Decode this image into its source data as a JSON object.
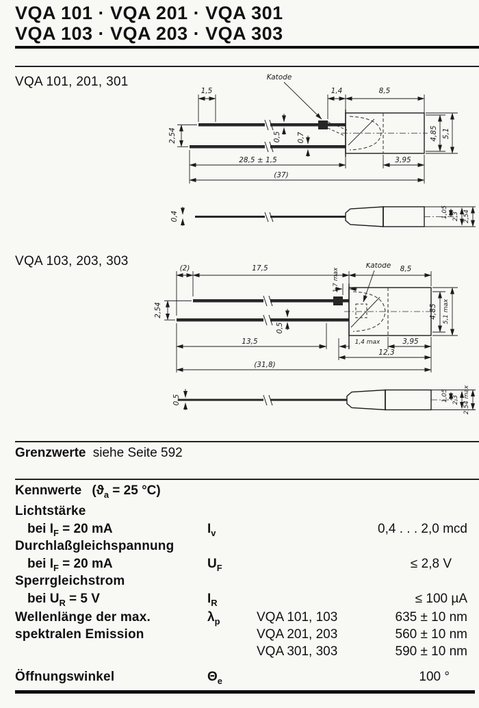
{
  "colors": {
    "ink": "#111111",
    "paper": "#f8f8f5"
  },
  "header": {
    "title_line1": "VQA 101 · VQA 201 · VQA 301",
    "title_line2": "VQA 103 · VQA 203 · VQA 303"
  },
  "sections": {
    "grenzwerte_bold": "Grenzwerte",
    "grenzwerte_rest": "siehe Seite 592"
  },
  "drawing1": {
    "label": "VQA 101, 201, 301",
    "katode": "Katode",
    "dims": {
      "d1_5": "1,5",
      "d1_4": "1,4",
      "d8_5": "8,5",
      "d0_5": "0,5",
      "d0_7": "0,7",
      "d2_54": "2,54",
      "lead_len": "28,5 ± 1,5",
      "d3_95": "3,95",
      "total": "(37)",
      "d4_85": "4,85",
      "d5_1": "5,1",
      "d1_05": "1,05",
      "d2_3": "2,3",
      "d2_54b": "2,54",
      "d0_4": "0,4"
    }
  },
  "drawing2": {
    "label": "VQA 103, 203, 303",
    "katode": "Katode",
    "dims": {
      "d2": "(2)",
      "d17_5": "17,5",
      "d1_7": "1,7 max",
      "d8_5": "8,5",
      "d2_54": "2,54",
      "d0_5": "0,5",
      "d4_85": "4,85",
      "d5_1": "5,1 max",
      "d13_5": "13,5",
      "d1_4": "1,4 max",
      "d3_95": "3,95",
      "d12_3": "12,3",
      "total": "(31,8)",
      "d0_5b": "0,5",
      "d1_05": "1,05",
      "d2_3": "2,3",
      "d2_54max": "2,54 max"
    }
  },
  "kennwerte": {
    "heading": "Kennwerte",
    "cond_pre": "(ϑ",
    "cond_sub": "a",
    "cond_post": " = 25 °C)",
    "rows": [
      {
        "name": "Lichtstärke",
        "cond_pre": "bei I",
        "cond_sub": "F",
        "cond_post": " = 20 mA",
        "sym": "I",
        "sym_sub": "v",
        "value": "0,4 . . . 2,0 mcd"
      },
      {
        "name": "Durchlaßgleichspannung",
        "cond_pre": "bei I",
        "cond_sub": "F",
        "cond_post": " = 20 mA",
        "sym": "U",
        "sym_sub": "F",
        "value": "≤ 2,8 V"
      },
      {
        "name": "Sperrgleichstrom",
        "cond_pre": "bei U",
        "cond_sub": "R",
        "cond_post": " = 5 V",
        "sym": "I",
        "sym_sub": "R",
        "value": "≤ 100 µA"
      }
    ],
    "wavelength": {
      "name_line1": "Wellenlänge der max.",
      "name_line2": "spektralen Emission",
      "sym": "λ",
      "sym_sub": "p",
      "entries": [
        {
          "device": "VQA 101, 103",
          "value": "635 ± 10 nm"
        },
        {
          "device": "VQA 201, 203",
          "value": "560 ± 10 nm"
        },
        {
          "device": "VQA 301, 303",
          "value": "590 ± 10 nm"
        }
      ]
    },
    "angle": {
      "name": "Öffnungswinkel",
      "sym": "Θ",
      "sym_sub": "e",
      "value": "100 °"
    }
  }
}
